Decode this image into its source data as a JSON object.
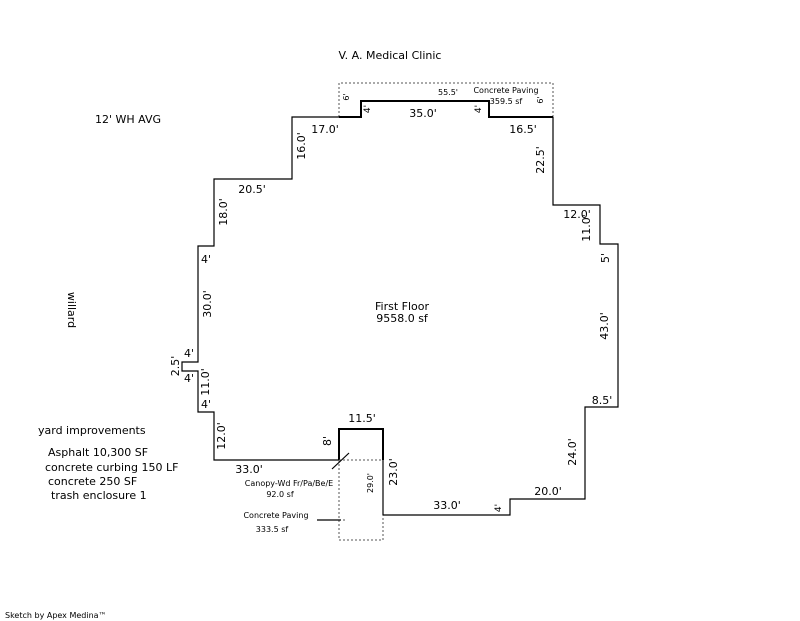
{
  "title": "V. A. Medical Clinic",
  "wall_height_note": "12' WH AVG",
  "street_label": "willard",
  "first_floor": {
    "name": "First Floor",
    "area": "9558.0 sf"
  },
  "concrete_paving_top": {
    "name": "Concrete Paving",
    "area": "359.5 sf",
    "length": "55.5'",
    "depth_left": "6'",
    "depth_right": "6'"
  },
  "canopy": {
    "name": "Canopy-Wd Fr/Pa/Be/E",
    "area": "92.0 sf",
    "depth": "8'",
    "width": "11.5'"
  },
  "concrete_paving_bottom": {
    "name": "Concrete Paving",
    "area": "333.5 sf",
    "length": "29.0'"
  },
  "dimensions": {
    "top_left": "17.0'",
    "top_inset_left": "4'",
    "top_middle": "35.0'",
    "top_inset_right": "4'",
    "top_right": "16.5'",
    "right_upper": "22.5'",
    "right_step1": "12.0'",
    "right_step1_v": "11.0'",
    "right_step2": "5'",
    "right_long": "43.0'",
    "right_step3": "8.5'",
    "right_lower": "24.0'",
    "bottom_right": "20.0'",
    "bottom_step": "4'",
    "bottom_middle": "33.0'",
    "canopy_side": "23.0'",
    "bottom_left": "33.0'",
    "left_lower": "12.0'",
    "left_step1": "4'",
    "left_v1": "11.0'",
    "left_notch_bottom": "4'",
    "left_notch": "2.5'",
    "left_notch_top": "4'",
    "left_long": "30.0'",
    "left_step2": "4'",
    "left_upper": "18.0'",
    "top_step1": "20.5'",
    "left_top": "16.0'"
  },
  "yard_improvements": {
    "heading": "yard improvements",
    "items": [
      "Asphalt  10,300 SF",
      "concrete curbing 150 LF",
      "concrete 250 SF",
      "trash enclosure  1"
    ]
  },
  "footer": "Sketch by Apex Medina™"
}
